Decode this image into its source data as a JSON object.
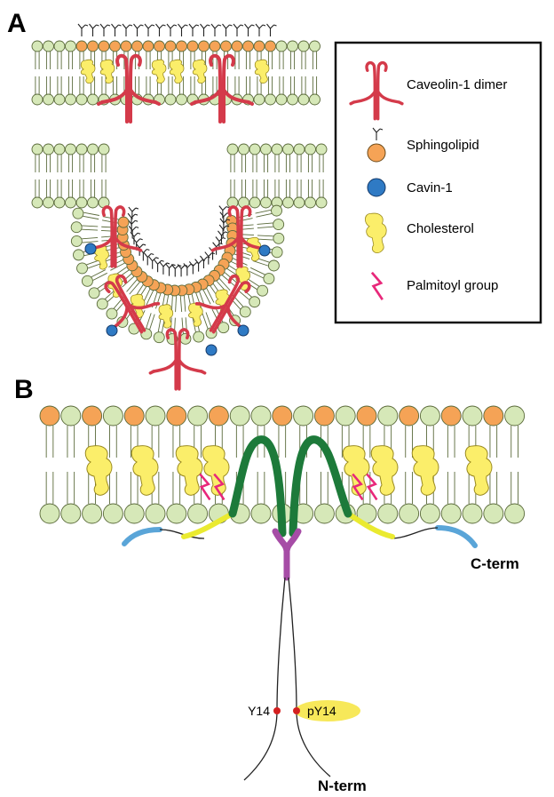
{
  "panels": {
    "a": "A",
    "b": "B"
  },
  "legend": {
    "items": [
      {
        "label": "Caveolin-1 dimer",
        "icon": "caveolin-dimer-icon"
      },
      {
        "label": "Sphingolipid",
        "icon": "sphingolipid-icon"
      },
      {
        "label": "Cavin-1",
        "icon": "cavin-icon"
      },
      {
        "label": "Cholesterol",
        "icon": "cholesterol-icon"
      },
      {
        "label": "Palmitoyl group",
        "icon": "palmitoyl-icon"
      }
    ]
  },
  "panel_b": {
    "c_term": "C-term",
    "n_term": "N-term",
    "y14": "Y14",
    "py14": "pY14"
  },
  "colors": {
    "lipid_head": "#d6e8b8",
    "lipid_stroke": "#5a6a3a",
    "sphingolipid": "#f5a356",
    "cavin": "#2f7ac4",
    "cholesterol": "#fbee6a",
    "caveolin": "#d43a4a",
    "palmitoyl": "#e8287a",
    "hairpin": "#1d7a3a",
    "hinge": "#a64ca6",
    "c_term_segment": "#5aa5d8",
    "anchor": "#eaea30",
    "phospho_site": "#d42020",
    "phospho_highlight": "#f7e85a"
  }
}
